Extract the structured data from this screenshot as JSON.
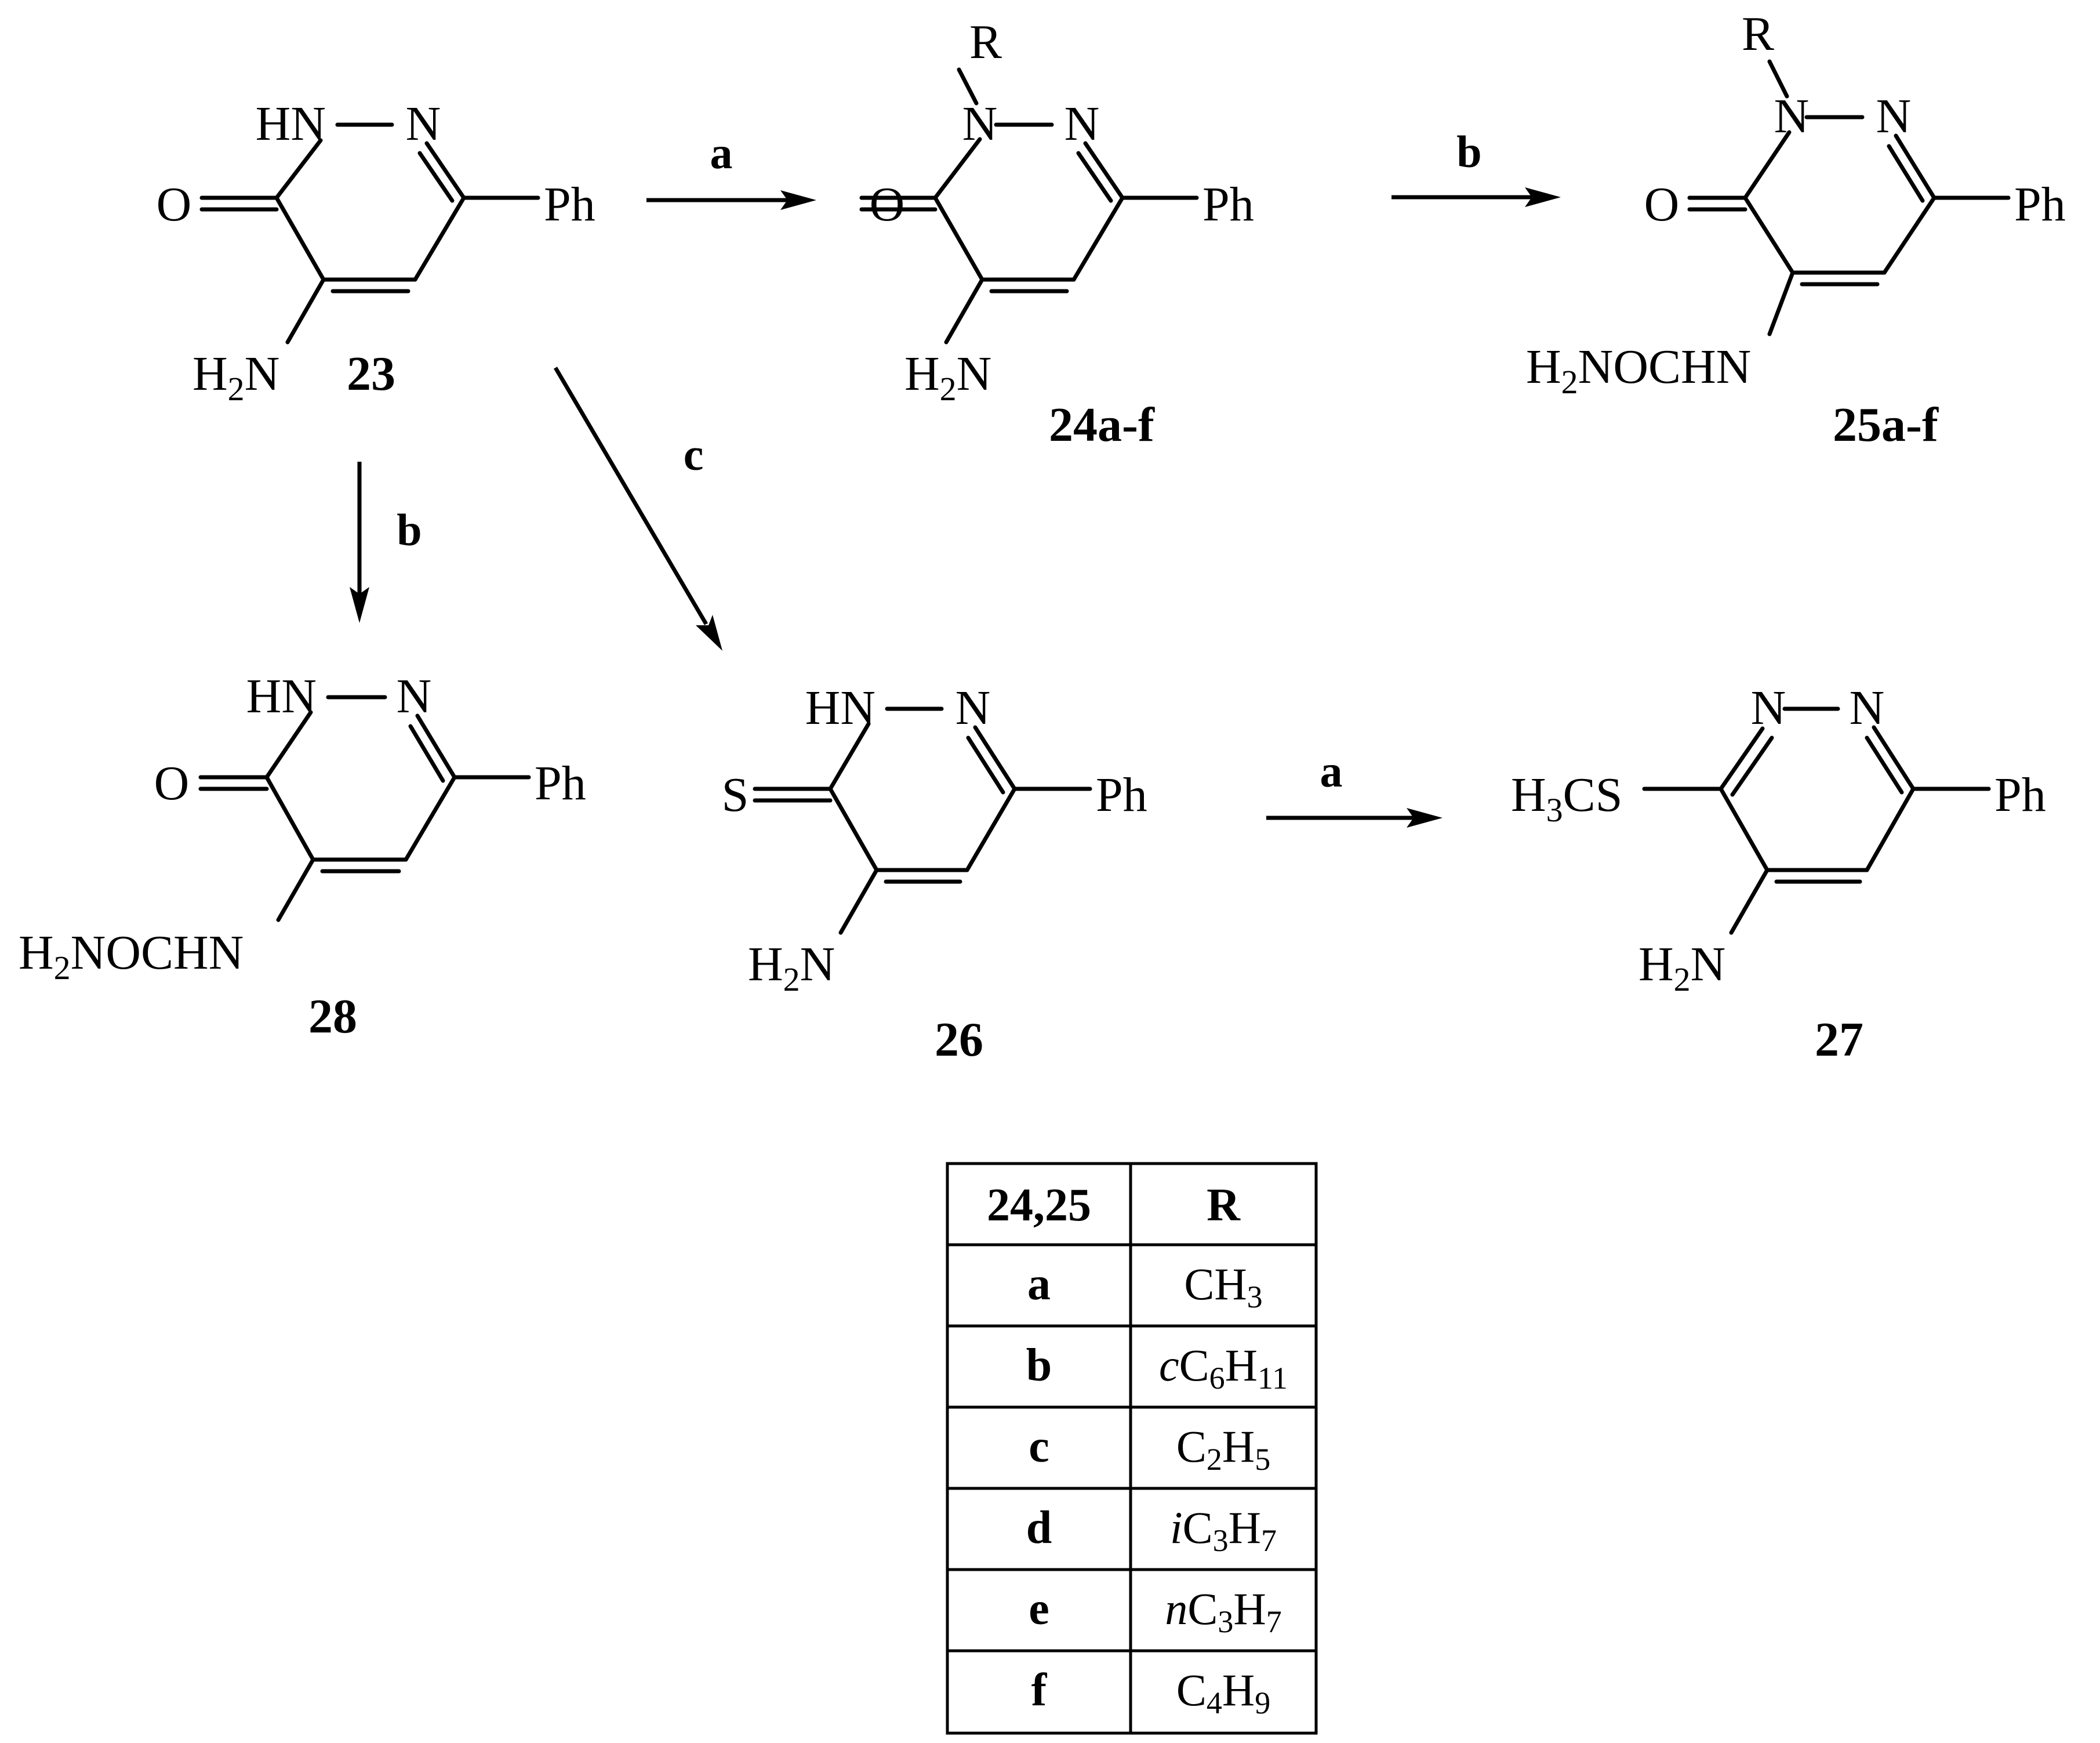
{
  "compounds": {
    "c23": {
      "label": "23",
      "atoms": {
        "nh": "HN",
        "n": "N",
        "o": "O",
        "ph": "Ph",
        "h": "H",
        "h_sub": "2",
        "n2": "N"
      }
    },
    "c24": {
      "label": "24a-f",
      "atoms": {
        "r": "R",
        "n1": "N",
        "n": "N",
        "o": "O",
        "ph": "Ph",
        "h": "H",
        "h_sub": "2",
        "n2": "N"
      }
    },
    "c25": {
      "label": "25a-f",
      "atoms": {
        "r": "R",
        "n1": "N",
        "n": "N",
        "o": "O",
        "ph": "Ph",
        "h": "H",
        "h_sub": "2",
        "rest": "NOCHN"
      }
    },
    "c28": {
      "label": "28",
      "atoms": {
        "nh": "HN",
        "n": "N",
        "o": "O",
        "ph": "Ph",
        "h": "H",
        "h_sub": "2",
        "rest": "NOCHN"
      }
    },
    "c26": {
      "label": "26",
      "atoms": {
        "nh": "HN",
        "n": "N",
        "s": "S",
        "ph": "Ph",
        "h": "H",
        "h_sub": "2",
        "n2": "N"
      }
    },
    "c27": {
      "label": "27",
      "atoms": {
        "n1": "N",
        "n": "N",
        "h3": "H",
        "h3_sub": "3",
        "cs": "CS",
        "ph": "Ph",
        "h": "H",
        "h_sub": "2",
        "n2": "N"
      }
    }
  },
  "steps": {
    "a1": "a",
    "b1": "b",
    "c": "c",
    "b2": "b",
    "a2": "a"
  },
  "table": {
    "header": [
      "24,25",
      "R"
    ],
    "rows": [
      {
        "key": "a",
        "r_parts": [
          "",
          "CH",
          "3",
          "",
          ""
        ]
      },
      {
        "key": "b",
        "r_parts": [
          "c",
          "C",
          "6",
          "H",
          "11"
        ]
      },
      {
        "key": "c",
        "r_parts": [
          "",
          "C",
          "2",
          "H",
          "5"
        ]
      },
      {
        "key": "d",
        "r_parts": [
          "i",
          "C",
          "3",
          "H",
          "7"
        ]
      },
      {
        "key": "e",
        "r_parts": [
          "n",
          "C",
          "3",
          "H",
          "7"
        ]
      },
      {
        "key": "f",
        "r_parts": [
          "",
          "C",
          "4",
          "H",
          "9"
        ]
      }
    ]
  }
}
